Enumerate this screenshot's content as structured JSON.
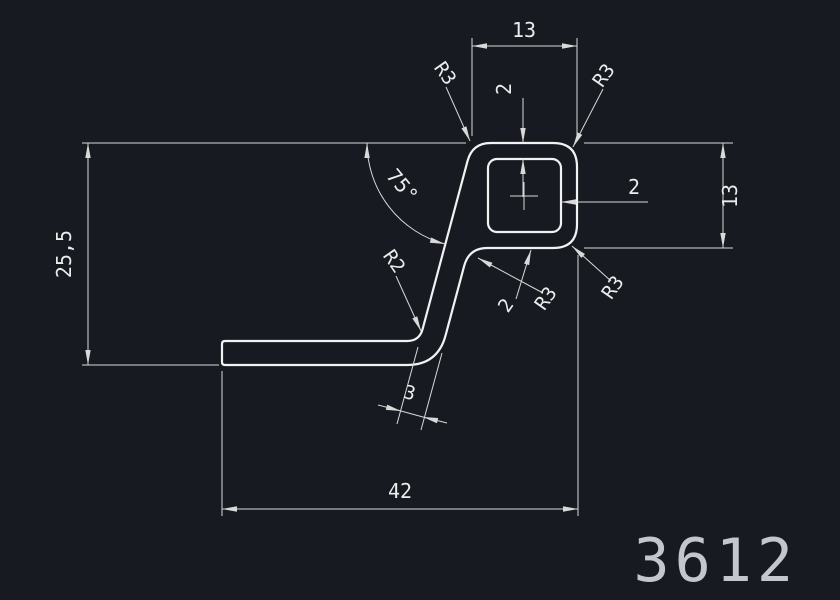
{
  "drawing": {
    "part_number": "3612",
    "colors": {
      "background": "#171a21",
      "line": "#f2f2f2",
      "dim": "#d9d9d9",
      "text": "#ececec"
    },
    "labels": {
      "dim_top_width": "13",
      "dim_right_height": "13",
      "dim_overall_height": "25,5",
      "dim_overall_width": "42",
      "dim_angle": "75°",
      "dim_wall_top": "2",
      "dim_wall_right": "2",
      "dim_wall_bottom": "2",
      "dim_web_thickness": "3",
      "radius_top_left": "R3",
      "radius_top_right": "R3",
      "radius_bottom_inner": "R3",
      "radius_bottom_right": "R3",
      "radius_bend": "R2"
    }
  }
}
